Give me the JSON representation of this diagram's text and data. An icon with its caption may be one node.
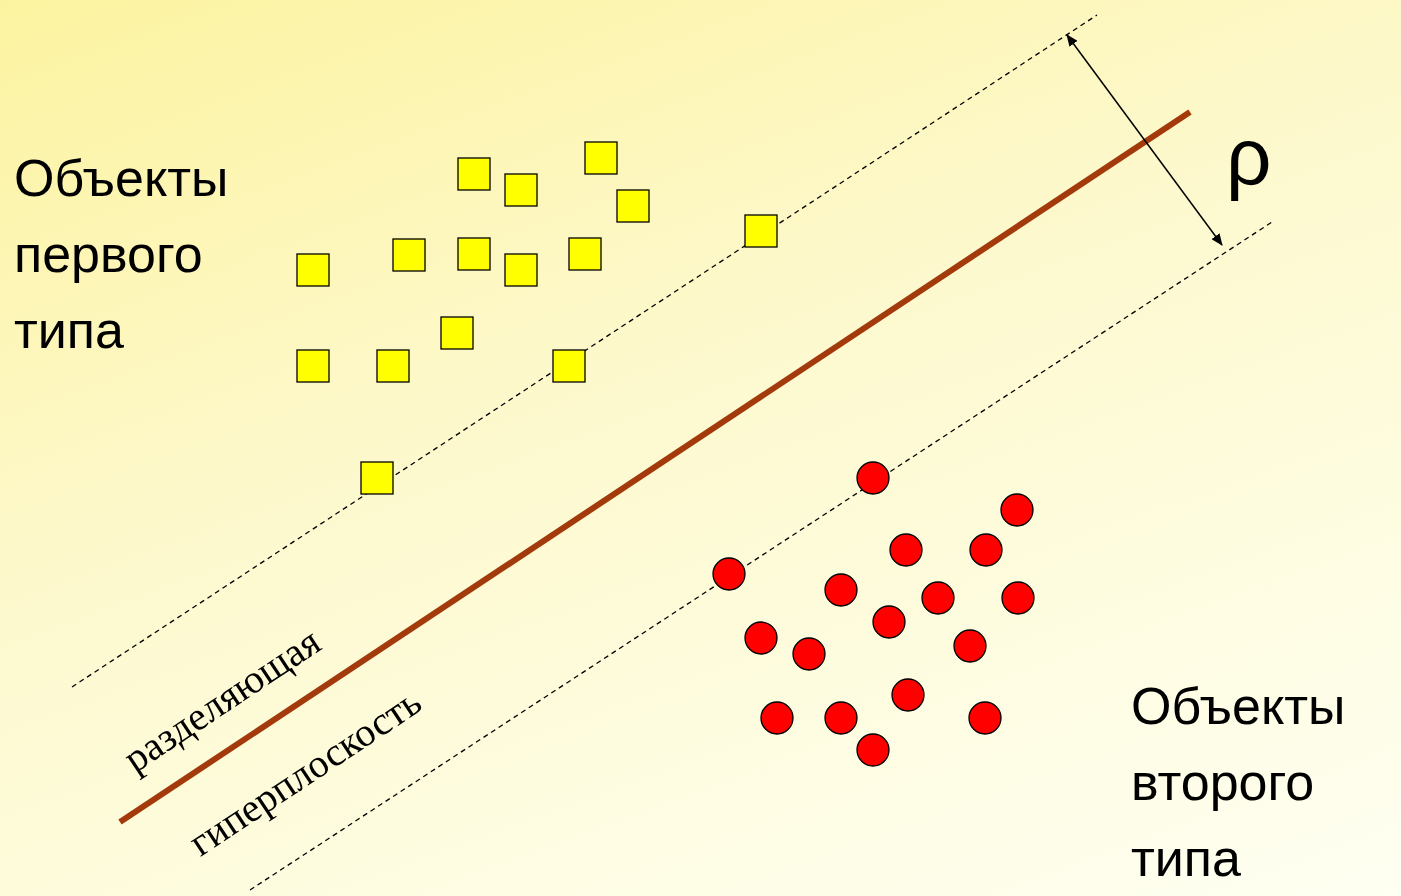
{
  "diagram": {
    "labels": [
      "Объекты первого типа",
      "ρ",
      "разделяющая",
      "гиперплоскость",
      "Объекты второго типа"
    ]
  }
}
